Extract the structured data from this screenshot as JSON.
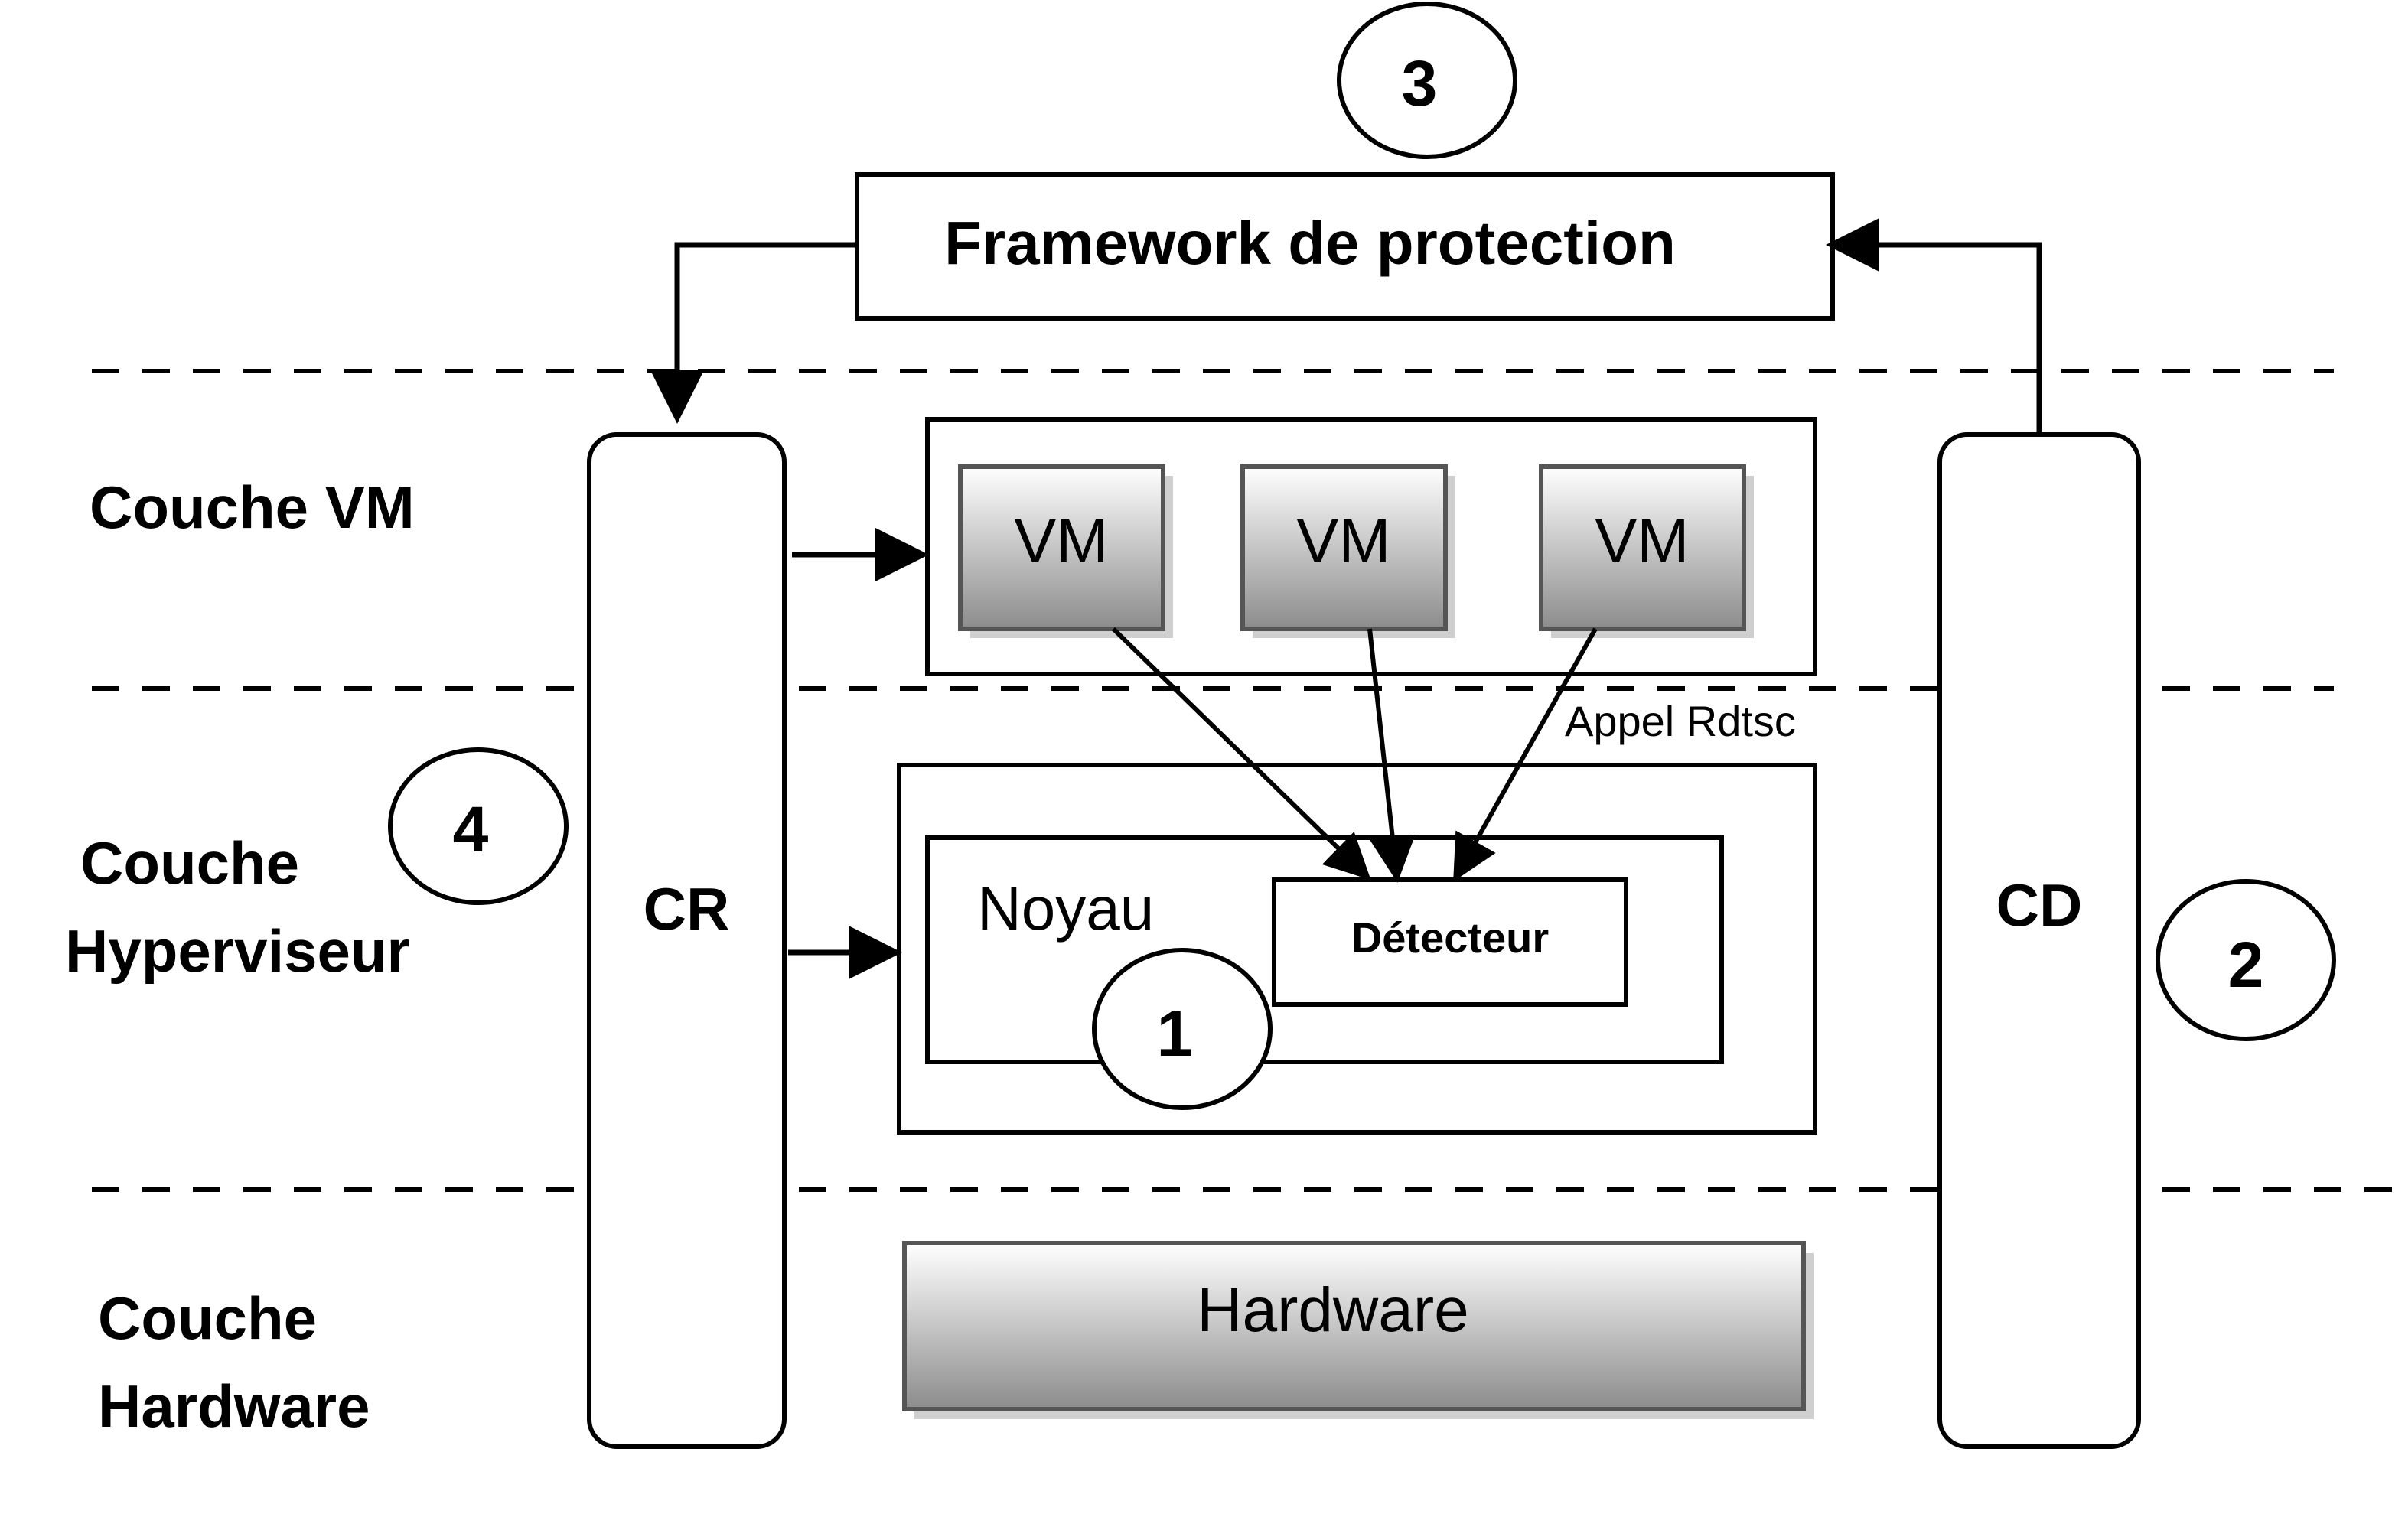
{
  "framework": {
    "label": "Framework de protection"
  },
  "layers": {
    "vm": "Couche VM",
    "hypervisor_line1": "Couche",
    "hypervisor_line2": "Hyperviseur",
    "hardware_line1": "Couche",
    "hardware_line2": "Hardware"
  },
  "cr": {
    "label": "CR"
  },
  "cd": {
    "label": "CD"
  },
  "vms": [
    {
      "label": "VM"
    },
    {
      "label": "VM"
    },
    {
      "label": "VM"
    }
  ],
  "call": {
    "label": "Appel Rdtsc"
  },
  "kernel": {
    "label": "Noyau"
  },
  "detector": {
    "label": "Détecteur"
  },
  "hardware": {
    "label": "Hardware"
  },
  "steps": {
    "one": "1",
    "two": "2",
    "three": "3",
    "four": "4"
  },
  "colors": {
    "stroke": "#000000",
    "box_gray_top": "#ffffff",
    "box_gray_bottom": "#8c8c8c",
    "shadow": "#cfcfcf"
  }
}
